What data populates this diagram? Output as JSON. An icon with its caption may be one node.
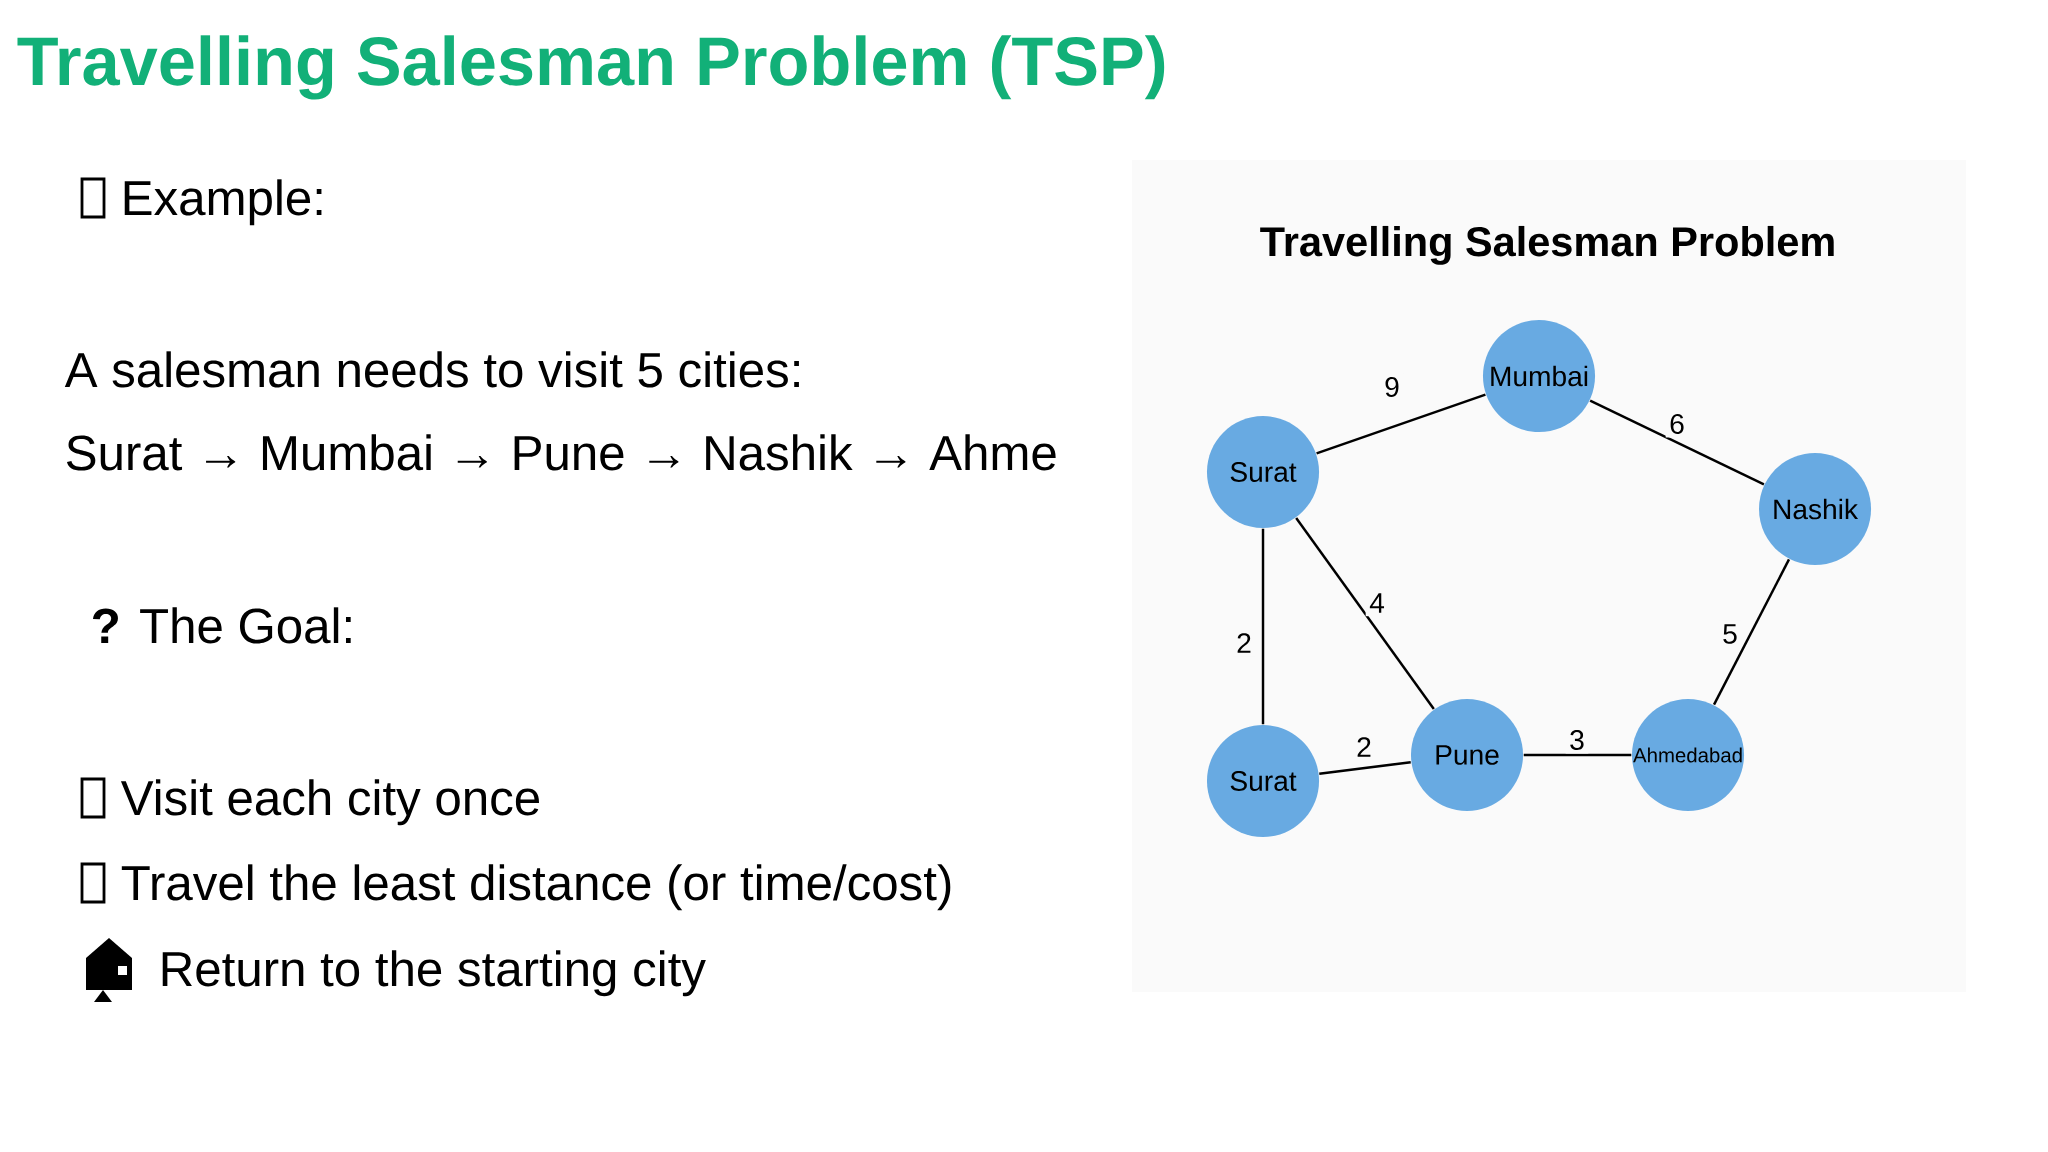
{
  "diagram": {
    "title": "Travelling Salesman Problem (TSP)",
    "nodes": [
      {
        "text": [
          "Surat"
        ]
      },
      {
        "text": [
          "Mumbai"
        ]
      },
      {
        "text": [
          "Nashik"
        ]
      },
      {
        "text": [
          "Surat"
        ]
      },
      {
        "text": [
          "Pune"
        ]
      },
      {
        "text": [
          "Ahmedabad"
        ]
      }
    ],
    "edges": [
      {
        "from": 0,
        "to": 1,
        "arrow": "none",
        "label": "9"
      },
      {
        "from": 1,
        "to": 2,
        "arrow": "none",
        "label": "6"
      },
      {
        "from": 0,
        "to": 3,
        "arrow": "none",
        "label": "2"
      },
      {
        "from": 0,
        "to": 4,
        "arrow": "none",
        "label": "4"
      },
      {
        "from": 2,
        "to": 5,
        "arrow": "none",
        "label": "5"
      },
      {
        "from": 3,
        "to": 4,
        "arrow": "none",
        "label": "2"
      },
      {
        "from": 4,
        "to": 5,
        "arrow": "none",
        "label": "3"
      }
    ],
    "labels": [
      "Example:",
      "A salesman needs to visit 5 cities:",
      "Surat → Mumbai → Pune → Nashik → Ahme",
      "**?** The Goal:",
      "Visit each city once",
      "Travel the least distance (or time/cost)",
      "Return to the starting city",
      "Travelling Salesman Problem"
    ]
  }
}
